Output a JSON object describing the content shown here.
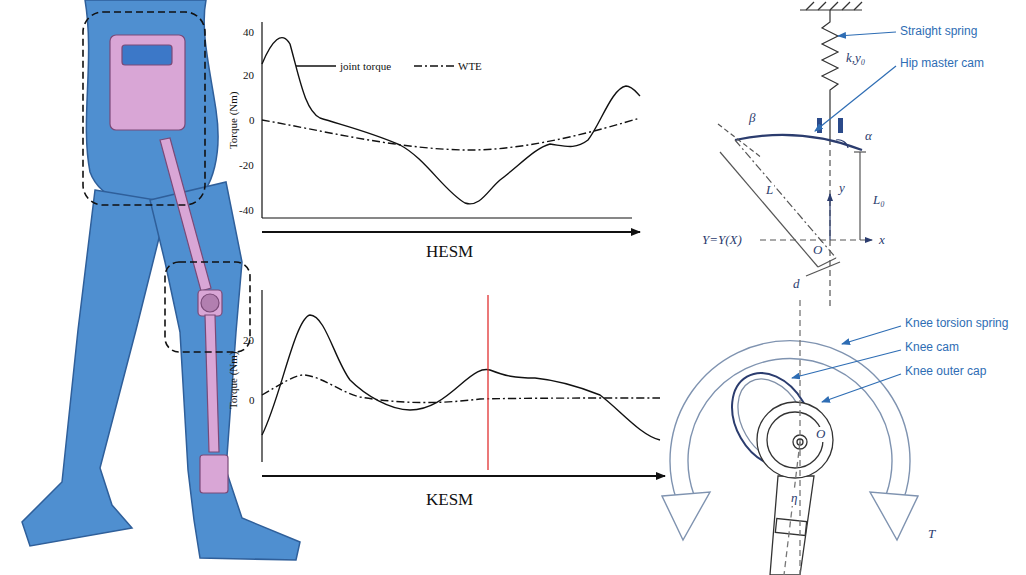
{
  "diagram": {
    "labels": [
      "40",
      "20",
      "0",
      "-20",
      "-40",
      "Torque (Nm)",
      "HESM",
      "20",
      "0",
      "Torque (Nm)",
      "KESM",
      "k,y₀",
      "Straight spring",
      "Hip master cam",
      "β",
      "α",
      "y",
      "L₀",
      "L",
      "O",
      "x",
      "Y=Y(X)",
      "d",
      "Knee torsion spring",
      "Knee cam",
      "Knee outer cap",
      "O",
      "η",
      "T"
    ],
    "legend": [
      {
        "text": "joint torque"
      },
      {
        "text": "WTE"
      }
    ]
  }
}
